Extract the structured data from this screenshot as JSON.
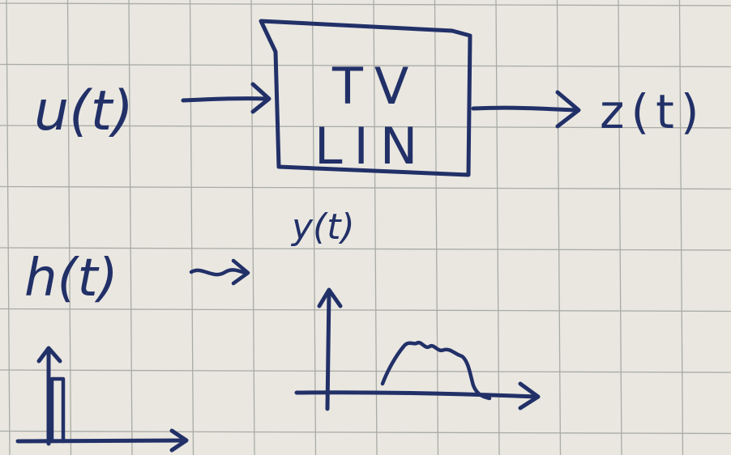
{
  "system": {
    "block_line1": "TV",
    "block_line2": "LIN",
    "input_label": "u(t)",
    "output_label": "z(t)"
  },
  "impulse_response": {
    "label": "h(t)",
    "transform_label": "y(t)"
  },
  "colors": {
    "paper": "#e9e7e0",
    "grid": "#a9aba6",
    "ink": "#223068"
  }
}
